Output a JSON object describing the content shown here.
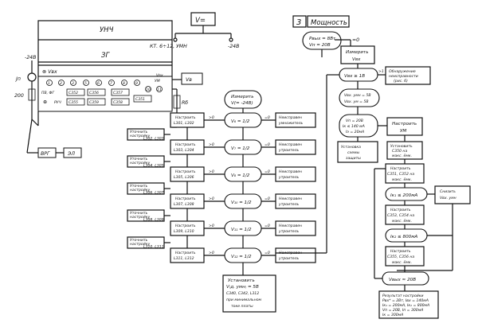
{
  "schematic": {
    "unch": "УНЧ",
    "zg": "ЗГ",
    "vkh": "⊗ Vвх",
    "vkh_small": "Vвх",
    "minus24": "-24В",
    "jp": "Jп",
    "r200": "200",
    "pv_fg": "ПВ, ФГ",
    "plus": "⊕",
    "ruch": "РУЧ",
    "rb": "Rб",
    "vv": "Vв",
    "brg": "ВРГ",
    "el": "ЭЛ",
    "vum": "УМ",
    "c357": "С357",
    "c351": "С351",
    "c352": "С352",
    "c355": "С355",
    "c356": "С356",
    "c358": "С358",
    "c359": "С359",
    "n1": "1",
    "n2": "2",
    "n3": "3",
    "n5": "5",
    "n6": "6",
    "n7": "7",
    "n8": "8",
    "n9": "9",
    "n10": "10",
    "n11": "11"
  },
  "meter": {
    "label": "V=",
    "kt": "КТ. 6÷12, УМН",
    "minus24": "-24В"
  },
  "left_chain": {
    "measure_top": "Измерить",
    "measure_bottom": "V(= -24В)",
    "gt0": ">0",
    "eq0": "=0",
    "steps": [
      {
        "tune_1": "Настроить",
        "tune_2": "L301, L302",
        "cond": "V₆ = 1/2",
        "fault_1": "Неисправен",
        "fault_2": "умножитель"
      },
      {
        "tune_1": "Настроить",
        "tune_2": "L303, L304",
        "cond": "V₇ = 1/2",
        "fault_1": "Неисправен",
        "fault_2": "утроитель"
      },
      {
        "tune_1": "Настроить",
        "tune_2": "L305, L306",
        "cond": "V₈ = 1/2",
        "fault_1": "Неисправен",
        "fault_2": "утроитель"
      },
      {
        "tune_1": "Настроить",
        "tune_2": "L307, L308",
        "cond": "V₁₀ = 1/2",
        "fault_1": "Неисправен",
        "fault_2": "утроитель"
      },
      {
        "tune_1": "Настроить",
        "tune_2": "L309, L310",
        "cond": "V₁₁ = 1/2",
        "fault_1": "Неисправен",
        "fault_2": "утроитель"
      },
      {
        "tune_1": "Настроить",
        "tune_2": "L311, L312",
        "cond": "V₁₂ = 1/2",
        "fault_1": "Неисправен",
        "fault_2": "утроитель"
      }
    ],
    "refine": [
      {
        "l1": "Уточнить",
        "l2": "настройку",
        "l3": "L302, L303"
      },
      {
        "l1": "Уточнить",
        "l2": "настройку",
        "l3": "L304, L305"
      },
      {
        "l1": "Уточнить",
        "l2": "настройку",
        "l3": "L306, L307"
      },
      {
        "l1": "Уточнить",
        "l2": "настройку",
        "l3": "L308, L309"
      },
      {
        "l1": "Уточнить",
        "l2": "настройку",
        "l3": "L310, L311"
      }
    ],
    "final_1": "Установить",
    "final_2": "V₍д. умн₎ = 5В",
    "final_3": "С340, С342, L312",
    "final_4": "при минимальном",
    "final_5": "токе платы"
  },
  "right_chain": {
    "title_num": "3",
    "title": "Мощность",
    "params_1": "Pвых = 8Вт",
    "params_2": "Vп = 20В",
    "measure_1": "Измерить",
    "measure_2": "Vвх",
    "cond1": "Vвх ≥ 1В",
    "gt1": ">1",
    "fault_1": "Обнаружение",
    "fault_2": "неисправности",
    "fault_3": "(рис. 6)",
    "cond2_1": "Vвх. умн = 5В",
    "cond2_2": "Vвх. ум = 5В",
    "cond3_1": "Vп = 20В",
    "cond3_2": "Iк ≤ 140 мА",
    "cond3_3": "Iэ = 20мА",
    "tune_um_1": "Настроить",
    "tune_um_2": "УМ",
    "setup_1": "Установка",
    "setup_2": "схемы",
    "setup_3": "защиты",
    "setup2_1": "Установить",
    "setup2_2": "С350 на",
    "setup2_3": "макс. ёмк.",
    "tune2_1": "Настроить",
    "tune2_2": "С351, С352 на",
    "tune2_3": "макс. ёмк.",
    "ik1": "Iк₁ ≤ 200мА",
    "reduce_1": "Снизить",
    "reduce_2": "Vвх. умн",
    "tune3_1": "Настроить",
    "tune3_2": "С353, С354 на",
    "tune3_3": "макс. ёмк.",
    "ik2": "Iк₂ ≤ 800мА",
    "tune4_1": "Настроить",
    "tune4_2": "С355, С356 на",
    "tune4_3": "макс. ёмк.",
    "vp": "Vвых ≈ 20В",
    "result_1": "Результат настройки",
    "result_2": "Pвх* = 2Вт, Iвх = 140мА",
    "result_3": "Iк₁ = 200мА, Iк₂ = 800мА",
    "result_4": "Vп = 20В, Iп = 300мА",
    "result_5": "Iк = 300мА",
    "eq0": "=0"
  }
}
